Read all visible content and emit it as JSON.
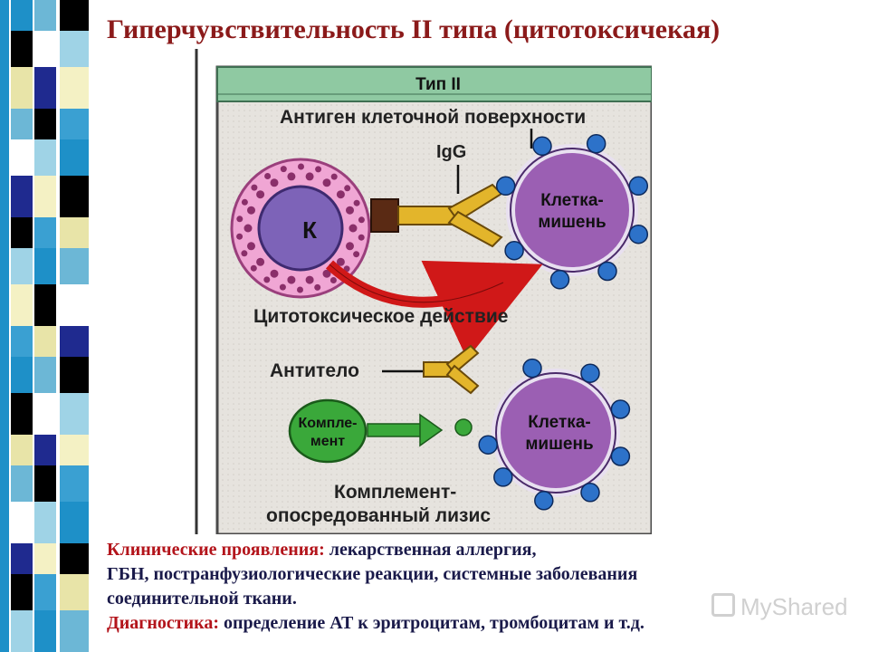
{
  "slide": {
    "title": "Гиперчувствительность II типа (цитотоксичекая)"
  },
  "figure": {
    "header": "Тип II",
    "antigen_label": "Антиген клеточной поверхности",
    "igg_label": "IgG",
    "k_cell_label": "К",
    "target_cell_line1": "Клетка-",
    "target_cell_line2": "мишень",
    "cytotoxic_label": "Цитотоксическое действие",
    "antibody_label": "Антитело",
    "complement_line1": "Компле-",
    "complement_line2": "мент",
    "lysis_line1": "Комплемент-",
    "lysis_line2": "опосредованный лизис"
  },
  "caption": {
    "clinical_heading": "Клинические проявления:",
    "clinical_text1": " лекарственная аллергия,",
    "clinical_text2": "ГБН, постранфузиологические реакции, системные заболевания",
    "clinical_text3": "соединительной ткани.",
    "diagnostics_heading": "Диагностика:",
    "diagnostics_text": " определение АТ к эритроцитам, тромбоцитам и т.д."
  },
  "watermark": {
    "text": "MyShared"
  },
  "colors": {
    "title": "#8b1a1a",
    "caption_heading": "#b3141b",
    "caption_text": "#1a1a4a",
    "header_band": "#8fc9a2",
    "k_cell_outer": "#f0a6d4",
    "k_cell_inner": "#7d63b8",
    "target_cell": "#9b5fb3",
    "antigen_dot": "#2d72c9",
    "antibody": "#e3b52b",
    "arrow_red": "#d01818",
    "complement": "#3aa83a"
  }
}
